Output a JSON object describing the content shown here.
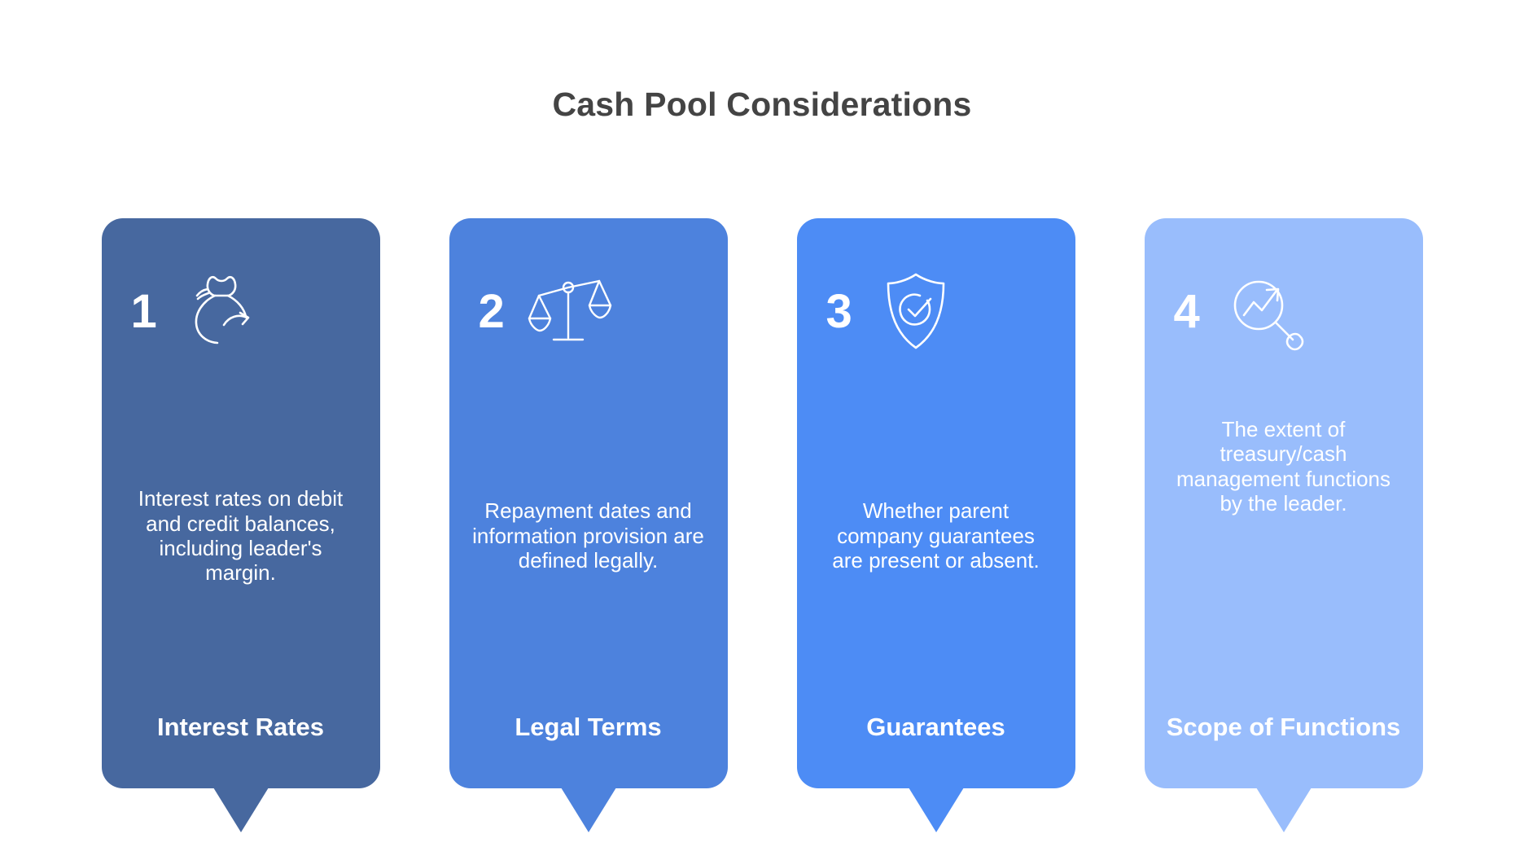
{
  "title": "Cash Pool Considerations",
  "theme": {
    "background": "#ffffff",
    "title_color": "#444444",
    "text_color": "#ffffff"
  },
  "cards": [
    {
      "number": "1",
      "icon": "money-bag-refresh-icon",
      "body": "Interest rates on debit and credit balances, including leader's margin.",
      "label": "Interest Rates",
      "color": "#47689f"
    },
    {
      "number": "2",
      "icon": "scales-balance-icon",
      "body": "Repayment dates and information provision are defined legally.",
      "label": "Legal Terms",
      "color": "#4d82dd"
    },
    {
      "number": "3",
      "icon": "shield-check-icon",
      "body": "Whether parent company guarantees are present or absent.",
      "label": "Guarantees",
      "color": "#4d8cf5"
    },
    {
      "number": "4",
      "icon": "trend-magnifier-icon",
      "body": "The extent of treasury/cash management functions by the leader.",
      "label": "Scope of Functions",
      "color": "#99bdfc"
    }
  ]
}
